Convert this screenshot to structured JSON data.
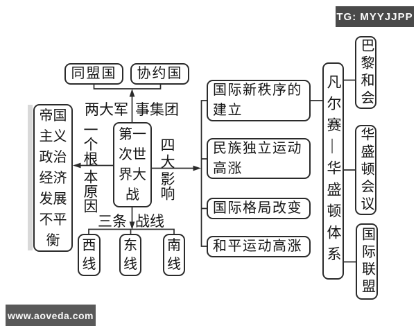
{
  "badges": {
    "tg": "TG: MYYJJPP",
    "site": "www.aoveda.com"
  },
  "colors": {
    "background": "#ffffff",
    "line": "#2b2b2b",
    "box_border": "#2b2b2b",
    "tg_badge_bg": "#4a4a4a",
    "site_badge_bg": "#595959",
    "badge_text": "#fafafa"
  },
  "diagram": {
    "center_topic": "第一次世界大战",
    "cause": {
      "label_top": "一个根",
      "label_bottom": "本原因",
      "box": "帝国主义政治经济发展不平衡"
    },
    "blocs": {
      "label_left": "两大军",
      "label_right": "事集团",
      "boxes": [
        "同盟国",
        "协约国"
      ]
    },
    "fronts": {
      "label_left": "三条",
      "label_right": "战线",
      "boxes": [
        "西线",
        "东线",
        "南线"
      ]
    },
    "effects": {
      "label_top": "四大",
      "label_bottom": "影响",
      "boxes": [
        "国际新秩序的建立",
        "民族独立运动高涨",
        "国际格局改变",
        "和平运动高涨"
      ]
    },
    "system": {
      "box": "凡尔赛—华盛顿体系",
      "children": [
        "巴黎和会",
        "华盛顿会议",
        "国际联盟"
      ]
    }
  }
}
